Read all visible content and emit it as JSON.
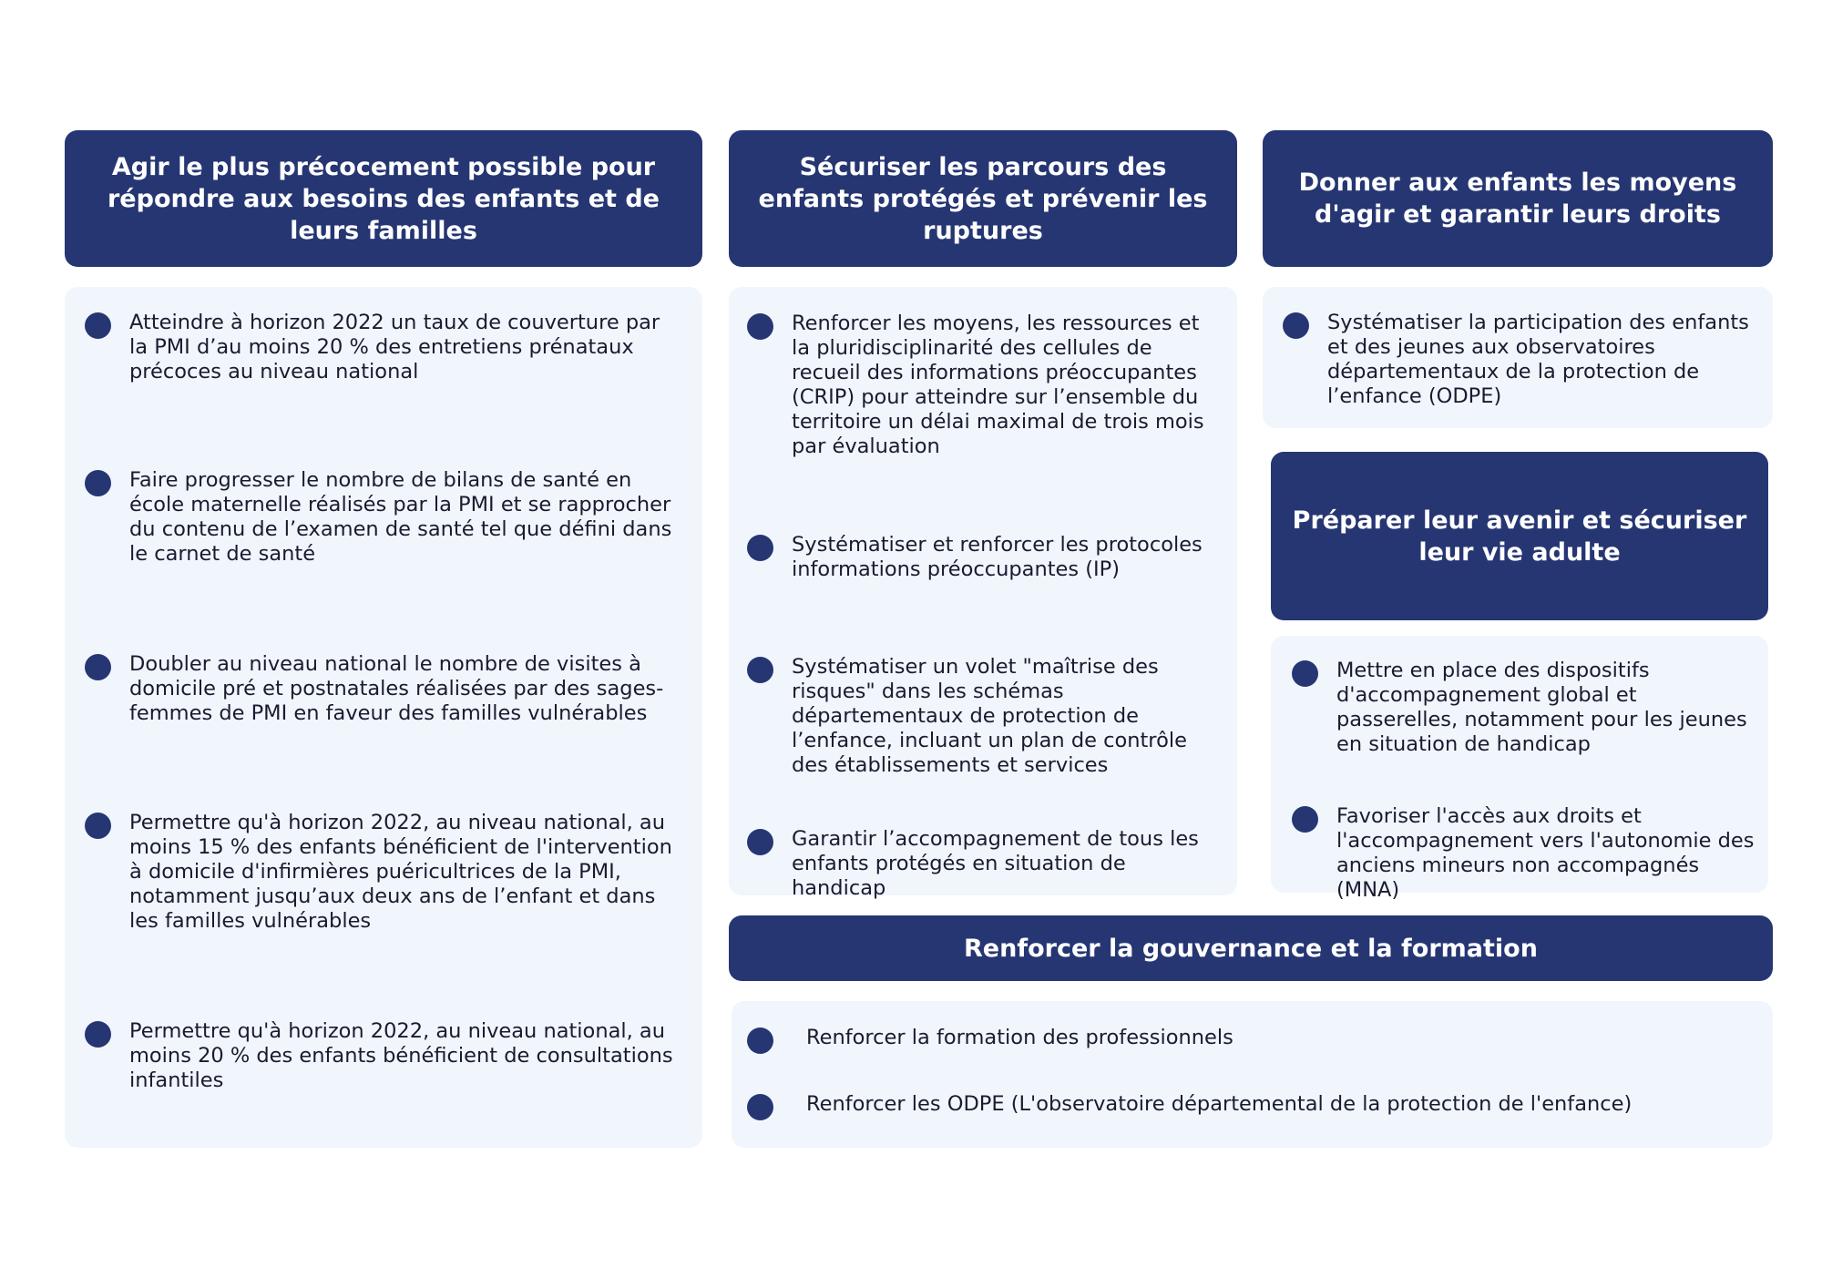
{
  "colors": {
    "header_bg": "#263673",
    "panel_bg": "#f1f6fd",
    "bullet": "#263673",
    "header_text": "#ffffff"
  },
  "sections": {
    "precocite": {
      "title": "Agir le plus précocement possible pour répondre aux besoins des enfants et de leurs familles",
      "items": [
        "Atteindre à horizon 2022 un taux de couverture par la PMI d’au moins 20 % des entretiens prénataux précoces au niveau national",
        "Faire progresser le nombre de bilans de santé en école maternelle réalisés par la PMI et se rapprocher du contenu de l’examen de santé tel que défini dans le carnet de santé",
        "Doubler au niveau national le nombre de visites à domicile pré et postnatales réalisées par des sages-femmes de PMI en faveur des familles vulnérables",
        "Permettre qu'à horizon 2022, au niveau national, au moins 15 % des enfants bénéficient de l'intervention à domicile d'infirmières puéricultrices de la PMI, notamment jusqu’aux deux ans de l’enfant et dans les familles vulnérables",
        "Permettre qu'à horizon 2022, au niveau national, au moins 20 % des enfants bénéficient de consultations infantiles"
      ]
    },
    "parcours": {
      "title": "Sécuriser les parcours des enfants protégés et prévenir les ruptures",
      "items": [
        "Renforcer les moyens, les ressources et la pluridisciplinarité des cellules de recueil des informations préoccupantes (CRIP) pour atteindre sur l’ensemble du territoire un délai maximal de trois mois par évaluation",
        "Systématiser et renforcer les protocoles informations préoccupantes (IP)",
        "Systématiser un volet \"maîtrise des risques\" dans les schémas départementaux de protection de l’enfance, incluant un plan de contrôle des établissements et services",
        "Garantir l’accompagnement de tous les enfants protégés en situation de handicap"
      ]
    },
    "droits": {
      "title": "Donner aux enfants les moyens d'agir et garantir leurs droits",
      "items": [
        "Systématiser la participation des enfants et des jeunes aux observatoires départementaux de la protection de l’enfance (ODPE)"
      ]
    },
    "avenir": {
      "title": "Préparer leur avenir et sécuriser leur vie adulte",
      "items": [
        "Mettre en place des dispositifs d'accompagnement global et passerelles, notamment pour les jeunes en situation de handicap",
        "Favoriser l'accès aux droits et l'accompagnement vers l'autonomie des anciens mineurs non accompagnés (MNA)"
      ]
    },
    "gouvernance": {
      "title": "Renforcer la gouvernance et la formation",
      "items": [
        "Renforcer la formation des professionnels",
        "Renforcer les ODPE (L'observatoire départemental de la protection de l'enfance)"
      ]
    }
  }
}
